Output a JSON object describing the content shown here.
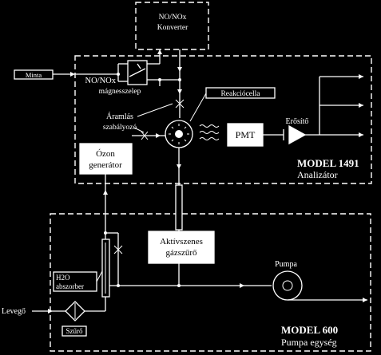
{
  "blocks": {
    "converter": [
      "NO/NOx",
      "Konverter"
    ],
    "solenoid_valve": [
      "NO/NOx",
      "mágnesszelep"
    ],
    "flow_regulator": [
      "Áramlás",
      "szabályozó"
    ],
    "reaction_cell": "Reakciócella",
    "pmt": "PMT",
    "amplifier": "Erősítő",
    "ozone_generator": [
      "Ózon",
      "generátor"
    ],
    "analyzer_unit": [
      "MODEL 1491",
      "Analizátor"
    ],
    "charcoal_filter": [
      "Aktívszenes",
      "gázszűrő"
    ],
    "dryer": [
      "H2O",
      "abszorber"
    ],
    "pump": "Pumpa",
    "pump_unit": [
      "MODEL 600",
      "Pumpa egység"
    ],
    "sample_input": "Minta",
    "air_input": "Levegő",
    "filter": "Szűrő"
  }
}
